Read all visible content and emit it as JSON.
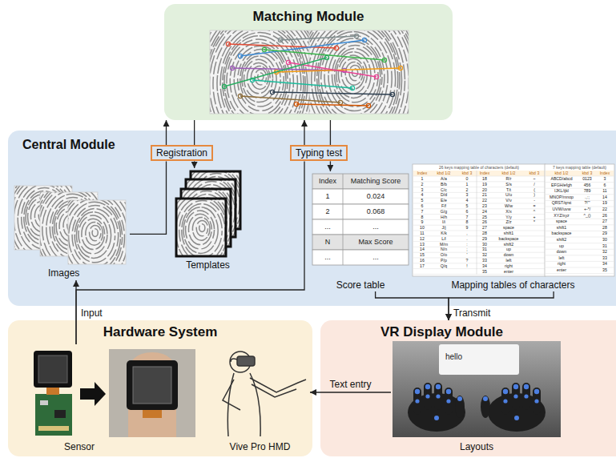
{
  "diagram": {
    "nodes": [
      {
        "text": [
          "Matching Module"
        ]
      },
      {
        "text": [
          "Central Module"
        ]
      },
      {
        "text": [
          "Registration"
        ],
        "in": 1
      },
      {
        "text": [
          "Typing test"
        ],
        "in": 1
      },
      {
        "text": [
          "Images"
        ],
        "in": 1
      },
      {
        "text": [
          "Templates"
        ],
        "in": 1
      },
      {
        "text": [
          "Score table"
        ],
        "in": 1
      },
      {
        "text": [
          "Mapping tables of characters"
        ],
        "in": 1
      },
      {
        "text": [
          "Hardware System"
        ]
      },
      {
        "text": [
          "Sensor"
        ],
        "in": 8
      },
      {
        "text": [
          "Vive Pro HMD"
        ],
        "in": 8
      },
      {
        "text": [
          "VR Display Module"
        ]
      },
      {
        "text": [
          "Layouts"
        ],
        "in": 11
      }
    ],
    "edges": [
      {
        "from": 4,
        "to": 2,
        "arrow": "none"
      },
      {
        "from": 2,
        "to": 0,
        "arrow": "to"
      },
      {
        "from": 0,
        "to": 2,
        "arrow": "none"
      },
      {
        "from": 2,
        "to": 5,
        "arrow": "to"
      },
      {
        "from": 9,
        "to": 4,
        "arrow": "to",
        "label": "Input"
      },
      {
        "from": 9,
        "to": 3,
        "arrow": "none"
      },
      {
        "from": 3,
        "to": 0,
        "arrow": "to"
      },
      {
        "from": 0,
        "to": 3,
        "arrow": "none"
      },
      {
        "from": 3,
        "to": 6,
        "arrow": "to"
      },
      {
        "from": 6,
        "to": 11,
        "arrow": "to",
        "label": "Transmit"
      },
      {
        "from": 7,
        "to": 11,
        "arrow": "to"
      },
      {
        "from": 12,
        "to": 10,
        "arrow": "to",
        "label": "Text entry"
      }
    ],
    "labels": [
      "Index",
      "Matching Score",
      "1",
      "0.024",
      "2",
      "0.068",
      "...",
      "...",
      "N",
      "Max Score",
      "...",
      "...",
      "26 keys mapping table of characters (default)",
      "Index",
      "kbd 1/2",
      "kbd 3",
      "Index",
      "kbd 1/2",
      "kbd 3",
      "1",
      "A/a",
      "0",
      "18",
      "R/r",
      "~",
      "2",
      "B/b",
      "1",
      "19",
      "S/s",
      "/",
      "3",
      "C/c",
      "2",
      "20",
      "T/t",
      "(",
      "4",
      "D/d",
      "3",
      "21",
      "U/u",
      ")",
      "5",
      "E/e",
      "4",
      "22",
      "V/v",
      "-",
      "6",
      "F/f",
      "5",
      "23",
      "W/w",
      "=",
      "7",
      "G/g",
      "6",
      "24",
      "X/x",
      "^",
      "8",
      "H/h",
      "7",
      "25",
      "Y/y",
      "+",
      "9",
      "I/i",
      "8",
      "26",
      "Z/z",
      "*",
      "10",
      "J/j",
      "9",
      "27",
      "space",
      "11",
      "K/k",
      ",",
      "28",
      "shift1",
      "12",
      "L/l",
      ".",
      "29",
      "backspace",
      "13",
      "M/m",
      ":",
      "30",
      "shift2",
      "14",
      "N/n",
      ";",
      "31",
      "up",
      "15",
      "O/o",
      "'",
      "32",
      "down",
      "16",
      "P/p",
      "?",
      "33",
      "left",
      "17",
      "Q/q",
      "!",
      "34",
      "right",
      "35",
      "enter",
      "7 keys mapping table (default)",
      "kbd 1/2",
      "kbd 3",
      "Index",
      "ABCD/abcd",
      "0123",
      "3",
      "EFGH/efgh",
      "456",
      "6",
      "IJKL/ijkl",
      "789",
      "11",
      "MNOP/mnop",
      ".,:;",
      "14",
      "QRST/qrst",
      "?!'\"",
      "19",
      "UVW/uvw",
      "+-*/",
      "22",
      "XYZ/xyz",
      "^_()",
      "26",
      "space",
      "27",
      "shift1",
      "28",
      "backspace",
      "29",
      "shift2",
      "30",
      "up",
      "31",
      "down",
      "32",
      "left",
      "33",
      "right",
      "34",
      "enter",
      "35",
      "hello"
    ]
  }
}
